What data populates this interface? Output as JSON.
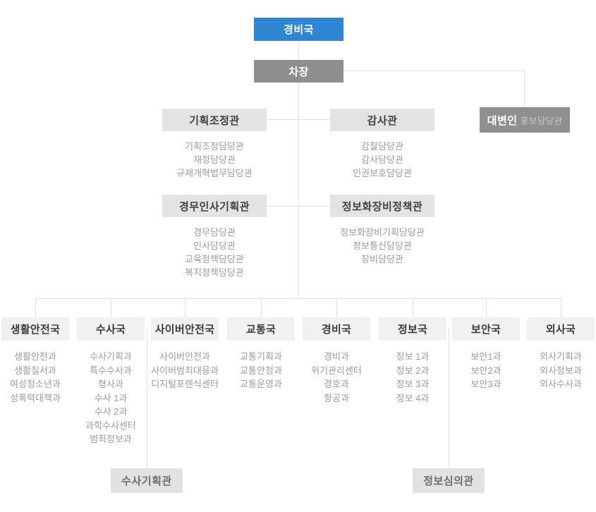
{
  "colors": {
    "accent_blue": "#2e86d2",
    "dark_gray_box": "#8f8f8f",
    "light_gray_box": "#e3e3e3",
    "lighter_gray_box": "#f1f1f1",
    "connector_line": "#e0e0e0",
    "dept_text": "#9b9b9b"
  },
  "org": {
    "root": {
      "label": "경비국"
    },
    "deputy": {
      "label": "차장"
    },
    "spokesperson": {
      "label": "대변인",
      "sublabel": "홍보담당관"
    },
    "staff_groups": [
      {
        "title": "기획조정관",
        "items": [
          "기획조정담당관",
          "재정담당관",
          "규제개혁법무담당관"
        ]
      },
      {
        "title": "감사관",
        "items": [
          "감찰담당관",
          "감사담당관",
          "인권보호담당관"
        ]
      },
      {
        "title": "경무인사기획관",
        "items": [
          "경무담당관",
          "인사담당관",
          "교육정책담당관",
          "복지정책담당관"
        ]
      },
      {
        "title": "정보화장비정책관",
        "items": [
          "정보화장비기획담당관",
          "정보통신담당관",
          "장비담당관"
        ]
      }
    ],
    "divisions": [
      {
        "title": "생활안전국",
        "items": [
          "생활안전과",
          "생활질서과",
          "여성청소년과",
          "성폭력대책과"
        ]
      },
      {
        "title": "수사국",
        "items": [
          "수사기획과",
          "특수수사과",
          "형사과",
          "수사 1과",
          "수사 2과",
          "과학수사센터",
          "범죄정보과"
        ]
      },
      {
        "title": "사이버안전국",
        "items": [
          "사이버안전과",
          "사이버범죄대응과",
          "디지털포렌식센터"
        ]
      },
      {
        "title": "교통국",
        "items": [
          "교통기획과",
          "교통안정과",
          "교통운영과"
        ]
      },
      {
        "title": "경비국",
        "items": [
          "경비과",
          "위기관리센터",
          "경호과",
          "항공과"
        ]
      },
      {
        "title": "정보국",
        "items": [
          "정보 1과",
          "정보 2과",
          "정보 3과",
          "정보 4과"
        ]
      },
      {
        "title": "보안국",
        "items": [
          "보안1과",
          "보안2과",
          "보안3과"
        ]
      },
      {
        "title": "외사국",
        "items": [
          "외사기획과",
          "외사정보과",
          "외사수사과"
        ]
      }
    ],
    "sub_offices": [
      {
        "title": "수사기획관"
      },
      {
        "title": "정보심의관"
      }
    ]
  }
}
